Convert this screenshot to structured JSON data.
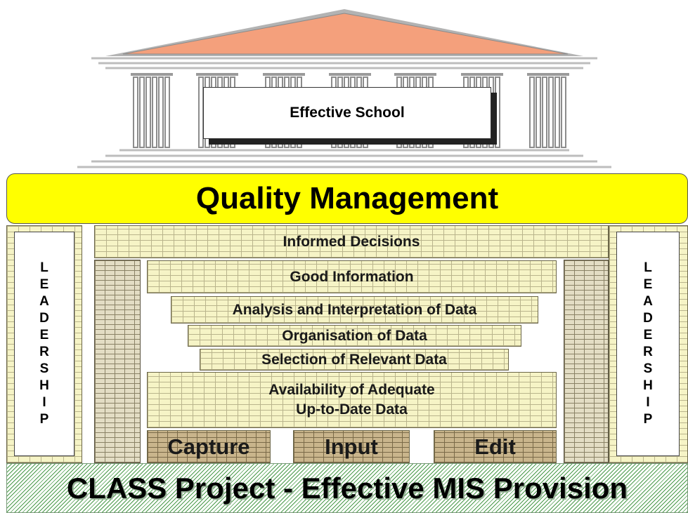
{
  "temple": {
    "sign_label": "Effective School"
  },
  "quality_management": "Quality Management",
  "leadership_left": [
    "L",
    "E",
    "A",
    "D",
    "E",
    "R",
    "S",
    "H",
    "I",
    "P"
  ],
  "leadership_right": [
    "L",
    "E",
    "A",
    "D",
    "E",
    "R",
    "S",
    "H",
    "I",
    "P"
  ],
  "layers": {
    "informed_decisions": "Informed Decisions",
    "good_information": "Good Information",
    "analysis": "Analysis and Interpretation of Data",
    "organisation": "Organisation of Data",
    "selection": "Selection of Relevant Data",
    "availability_line1": "Availability of Adequate",
    "availability_line2": "Up-to-Date Data"
  },
  "blocks": {
    "capture": "Capture",
    "input": "Input",
    "edit": "Edit"
  },
  "foundation": "CLASS Project - Effective MIS Provision",
  "colors": {
    "roof": "#f4a07c",
    "quality_band": "#ffff00",
    "brick": "#f6f4c6",
    "foundation_hatch": "#4a9a4a"
  }
}
